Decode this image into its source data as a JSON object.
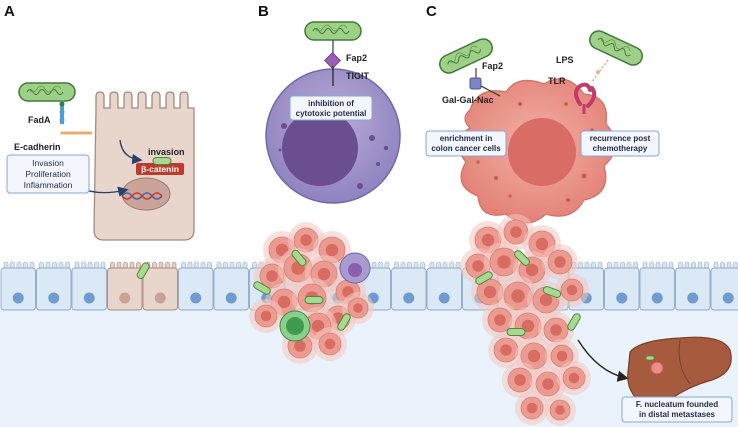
{
  "panels": {
    "a": {
      "letter": "A",
      "fada": "FadA",
      "ecadherin": "E-cadherin",
      "invasion": "invasion",
      "beta_catenin": "β-catenin",
      "effects": [
        "Invasion",
        "Proliferation",
        "Inflammation"
      ]
    },
    "b": {
      "letter": "B",
      "fap2": "Fap2",
      "tigit": "TIGIT",
      "inhibition_line1": "inhibition of",
      "inhibition_line2": "cytotoxic potential"
    },
    "c": {
      "letter": "C",
      "fap2": "Fap2",
      "lps": "LPS",
      "tlr": "TLR",
      "galgalnac": "Gal-Gal-Nac",
      "enrichment_line1": "enrichment in",
      "enrichment_line2": "colon cancer cells",
      "recurrence_line1": "recurrence post",
      "recurrence_line2": "chemotherapy",
      "metastases_line1": "F. nucleatum  founded",
      "metastases_line2": "in distal metastases"
    }
  },
  "colors": {
    "bacteria_fill": "#9fd08a",
    "bacteria_stroke": "#3f7a34",
    "nk_cell": "#9b8fc6",
    "nk_nucleus": "#6a4e8f",
    "tumor_cell": "#e98f86",
    "tumor_nucleus": "#d96c64",
    "epithelium": "#dbe8f5",
    "epithelial_nucleus": "#6f9bd0",
    "info_box_border": "#8aa6d6",
    "liver": "#a65b3e",
    "catenin_box": "#c0392b"
  }
}
